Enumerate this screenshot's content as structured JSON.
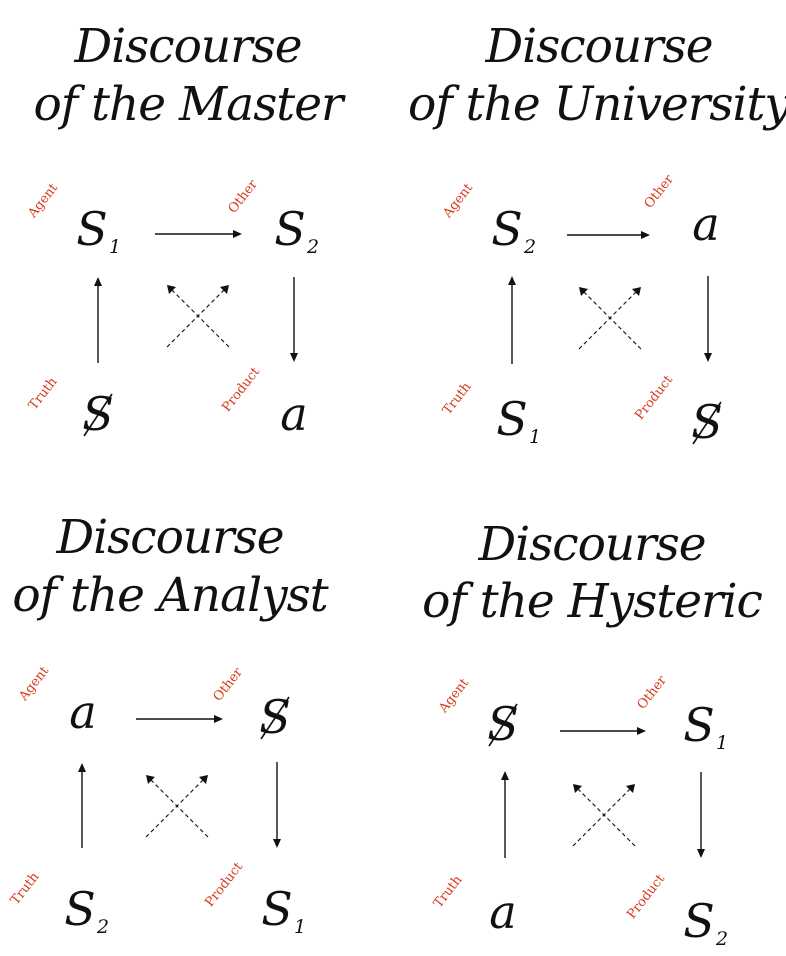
{
  "colors": {
    "role": "#d63a1c",
    "ink": "#111111",
    "background": "#ffffff"
  },
  "discourses": [
    {
      "title_line1": "Discourse",
      "title_line2": "of the Master",
      "agent": {
        "symbol": "S",
        "subscript": "1",
        "barred": false
      },
      "other": {
        "symbol": "S",
        "subscript": "2",
        "barred": false
      },
      "truth": {
        "symbol": "S",
        "subscript": "",
        "barred": true
      },
      "product": {
        "symbol": "a",
        "subscript": "",
        "barred": false
      }
    },
    {
      "title_line1": "Discourse",
      "title_line2": "of the University",
      "agent": {
        "symbol": "S",
        "subscript": "2",
        "barred": false
      },
      "other": {
        "symbol": "a",
        "subscript": "",
        "barred": false
      },
      "truth": {
        "symbol": "S",
        "subscript": "1",
        "barred": false
      },
      "product": {
        "symbol": "S",
        "subscript": "",
        "barred": true
      }
    },
    {
      "title_line1": "Discourse",
      "title_line2": "of the Analyst",
      "agent": {
        "symbol": "a",
        "subscript": "",
        "barred": false
      },
      "other": {
        "symbol": "S",
        "subscript": "",
        "barred": true
      },
      "truth": {
        "symbol": "S",
        "subscript": "2",
        "barred": false
      },
      "product": {
        "symbol": "S",
        "subscript": "1",
        "barred": false
      }
    },
    {
      "title_line1": "Discourse",
      "title_line2": "of the Hysteric",
      "agent": {
        "symbol": "S",
        "subscript": "",
        "barred": true
      },
      "other": {
        "symbol": "S",
        "subscript": "1",
        "barred": false
      },
      "truth": {
        "symbol": "a",
        "subscript": "",
        "barred": false
      },
      "product": {
        "symbol": "S",
        "subscript": "2",
        "barred": false
      }
    }
  ],
  "roles": {
    "agent": "Agent",
    "other": "Other",
    "truth": "Truth",
    "product": "Product"
  }
}
